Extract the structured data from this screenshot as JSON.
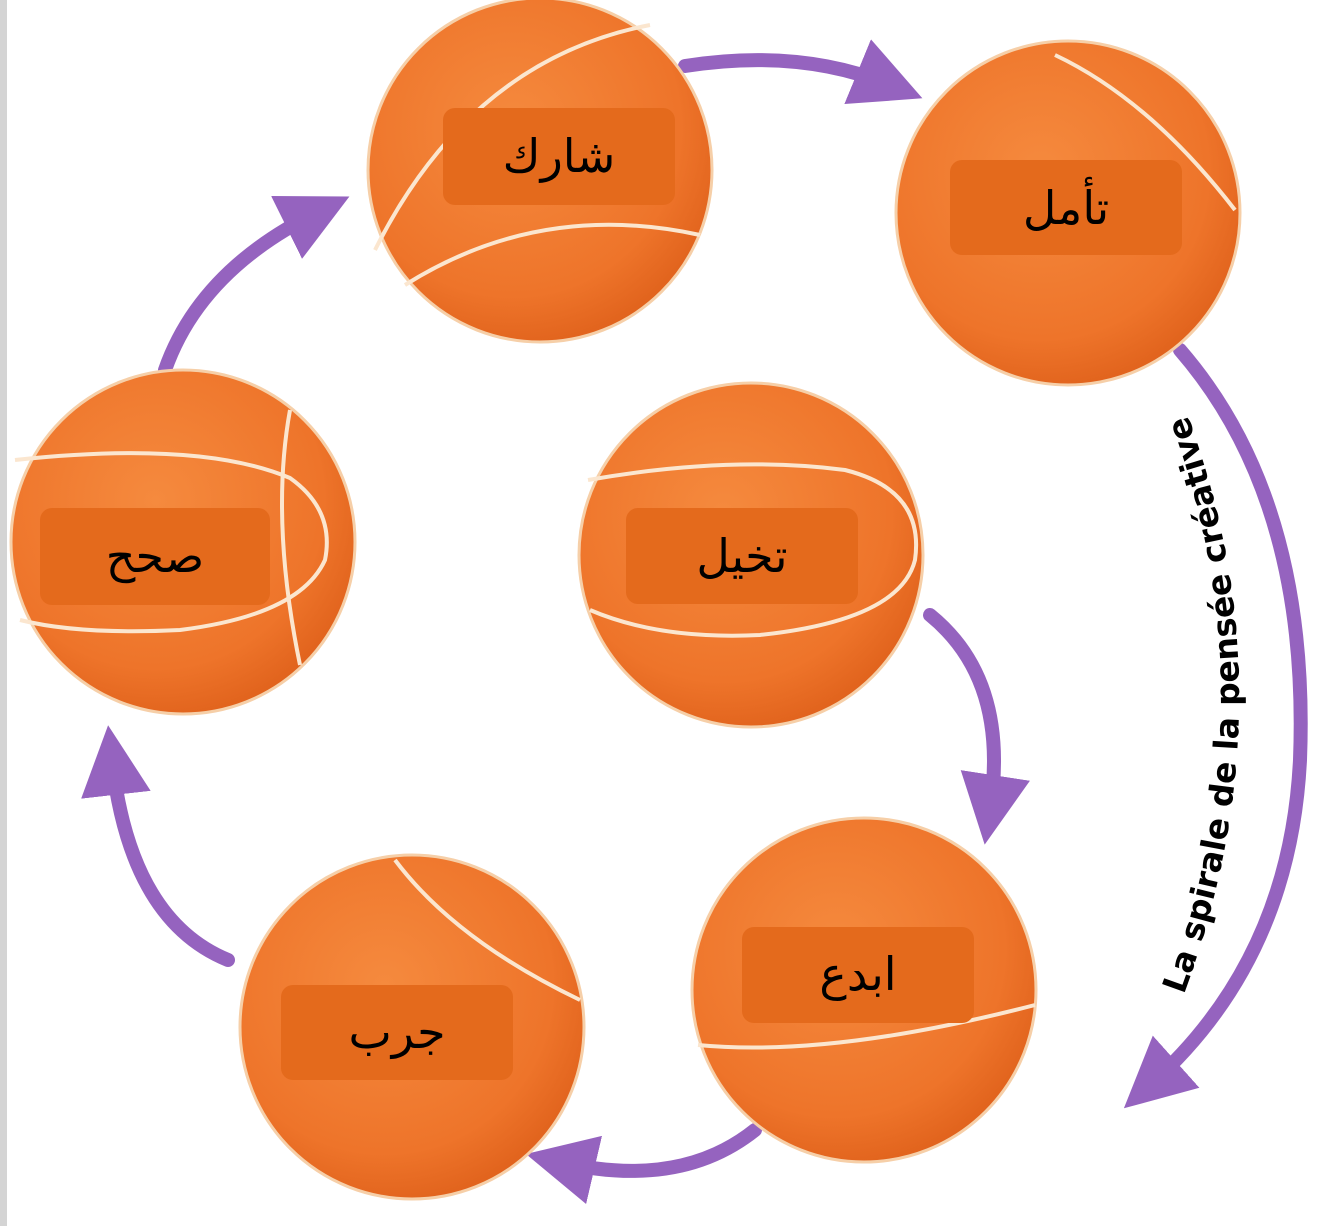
{
  "colors": {
    "ball": "#ef7a2c",
    "ball_edge": "#c85a14",
    "label_box": "#e46a1c",
    "seam": "#fbe6cf",
    "arrow": "#9563bf"
  },
  "steps": [
    {
      "id": "share",
      "label": "شارك"
    },
    {
      "id": "reflect",
      "label": "تأمل"
    },
    {
      "id": "imagine",
      "label": "تخيل"
    },
    {
      "id": "create",
      "label": "ابدع"
    },
    {
      "id": "try",
      "label": "جرب"
    },
    {
      "id": "correct",
      "label": "صحح"
    }
  ],
  "spiral_caption": "La spirale de la pensée créative"
}
